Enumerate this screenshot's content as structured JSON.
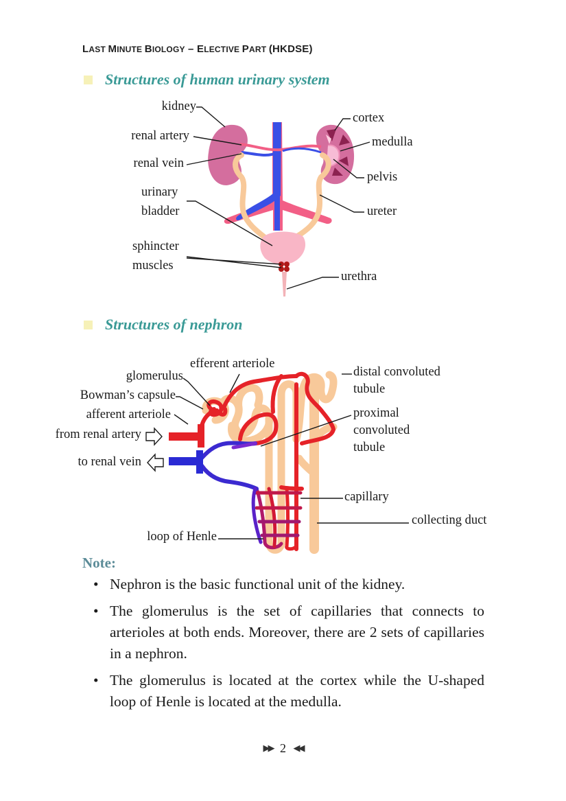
{
  "header": {
    "title_parts": [
      {
        "big": "L",
        "small": "AST "
      },
      {
        "big": "M",
        "small": "INUTE "
      },
      {
        "big": "B",
        "small": "IOLOGY"
      },
      {
        "big": " – ",
        "small": ""
      },
      {
        "big": "E",
        "small": "LECTIVE "
      },
      {
        "big": "P",
        "small": "ART "
      },
      {
        "big": "(HKDSE)",
        "small": ""
      }
    ]
  },
  "sections": {
    "urinary": "Structures of human urinary system",
    "nephron": "Structures of nephron"
  },
  "urinary_labels": {
    "kidney": "kidney",
    "renal_artery": "renal artery",
    "renal_vein": "renal vein",
    "urinary": "urinary",
    "bladder": "bladder",
    "sphincter": "sphincter",
    "muscles": "muscles",
    "cortex": "cortex",
    "medulla": "medulla",
    "pelvis": "pelvis",
    "ureter": "ureter",
    "urethra": "urethra"
  },
  "nephron_labels": {
    "efferent_arteriole": "efferent arteriole",
    "glomerulus": "glomerulus",
    "bowmans_capsule": "Bowman’s capsule",
    "afferent_arteriole": "afferent arteriole",
    "from_renal_artery": "from renal artery",
    "to_renal_vein": "to renal vein",
    "distal_1": "distal convoluted",
    "distal_2": "tubule",
    "proximal_1": "proximal",
    "proximal_2": "convoluted",
    "proximal_3": "tubule",
    "capillary": "capillary",
    "collecting_duct": "collecting duct",
    "loop_of_henle": "loop of Henle"
  },
  "note": {
    "heading": "Note:",
    "items": [
      "Nephron is the basic functional unit of the kidney.",
      "The glomerulus is the set of capillaries that connects to arterioles at both ends. Moreover, there are 2 sets of capillaries in a nephron.",
      "The glomerulus is located at the cortex while the U-shaped loop of Henle is located at the medulla."
    ]
  },
  "page_number": "2",
  "colors": {
    "section_title": "#3a9a96",
    "note_heading": "#5c8c98",
    "artery": "#e52228",
    "vein": "#2a2ad4",
    "tubule": "#f8c99a",
    "kidney": "#d46e9e",
    "aorta": "#f25f86"
  }
}
